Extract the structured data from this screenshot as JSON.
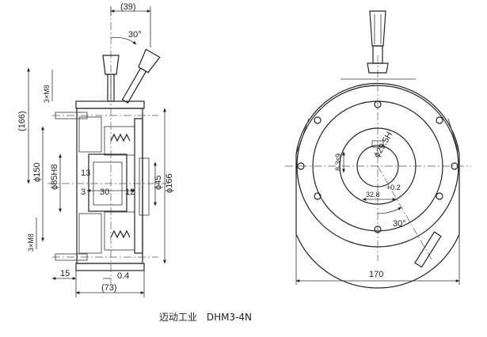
{
  "caption": {
    "company": "迈动工业",
    "model": "DHM3-4N"
  },
  "side_view": {
    "dims": {
      "top_width": "(39)",
      "angle": "30°",
      "bolt_top": "3×M8",
      "overall_height": "(166)",
      "dia_150": "ϕ150",
      "dia_85": "ϕ85H8",
      "w_13": "13",
      "w_3": "3",
      "w_30": "30",
      "w_12": "12",
      "dia_45": "ϕ45",
      "dia_166": "ϕ166",
      "bolt_bottom": "3×M8",
      "w_15": "15",
      "gap": "0.4",
      "overall_width": "(73)"
    }
  },
  "front_view": {
    "dims": {
      "keyway": "8.3s9",
      "bore": "ϕ29.5H",
      "key_depth": "32.8",
      "key_tol": "+0.2",
      "angle": "30°",
      "width": "170"
    }
  }
}
